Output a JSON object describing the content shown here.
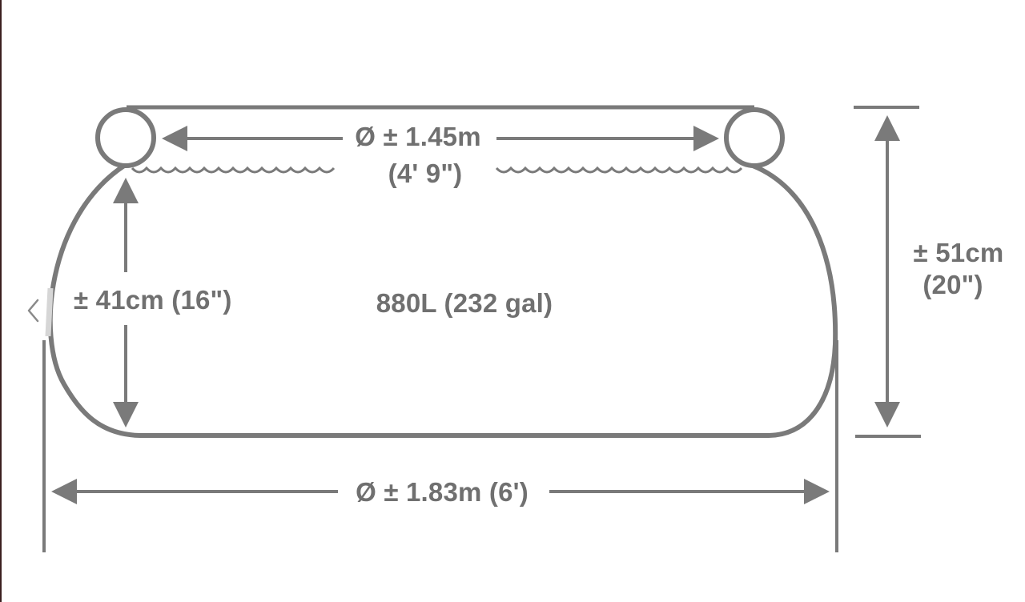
{
  "diagram": {
    "top_diameter_label": "Ø ± 1.45m",
    "top_diameter_imperial": "(4' 9\")",
    "water_depth_label": "± 41cm (16\")",
    "capacity_label": "880L (232 gal)",
    "total_height_label": "± 51cm",
    "total_height_imperial": "(20\")",
    "bottom_diameter_label": "Ø ± 1.83m (6')"
  },
  "navigation": {
    "prev_icon": "chevron-left-icon"
  },
  "colors": {
    "stroke": "#7a7a7a",
    "text": "#707070"
  }
}
